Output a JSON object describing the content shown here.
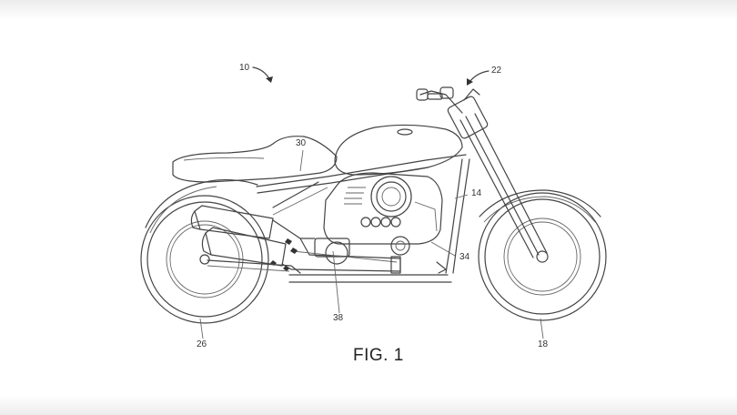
{
  "figure": {
    "caption": "FIG. 1",
    "reference_numerals": {
      "motorcycle": "10",
      "handlebar": "22",
      "seat": "30",
      "frame": "14",
      "engine": "34",
      "exhaust": "38",
      "rear_wheel": "26",
      "front_wheel": "18"
    }
  }
}
